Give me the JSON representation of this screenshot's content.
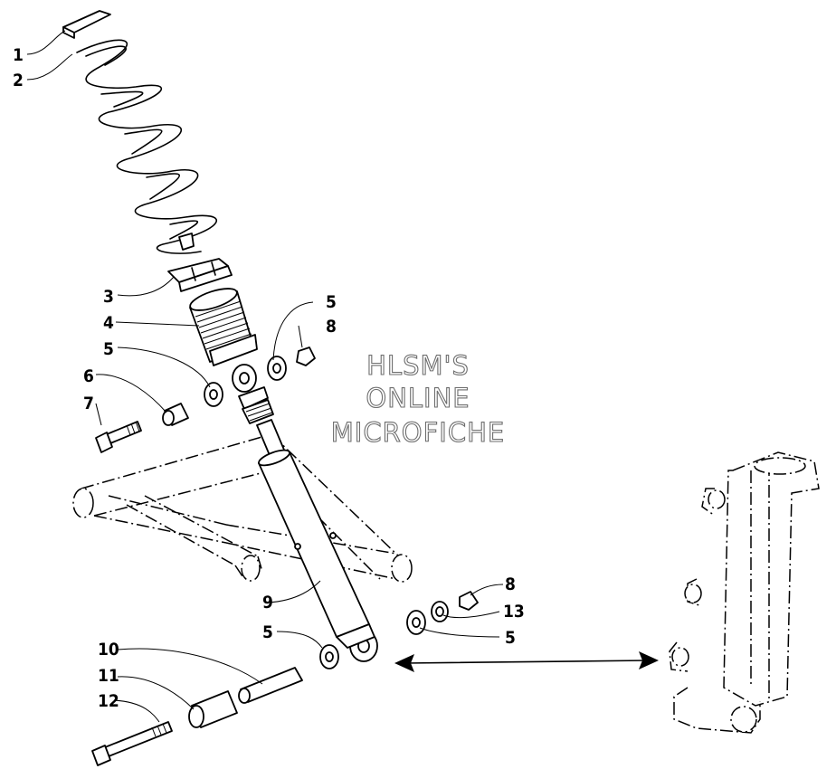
{
  "watermark": {
    "line1": "HLSM'S",
    "line2": "ONLINE",
    "line3": "MICROFICHE"
  },
  "part_labels": [
    "1",
    "2",
    "3",
    "4",
    "5",
    "5",
    "6",
    "7",
    "8",
    "9",
    "5",
    "10",
    "11",
    "12",
    "8",
    "13",
    "5"
  ]
}
